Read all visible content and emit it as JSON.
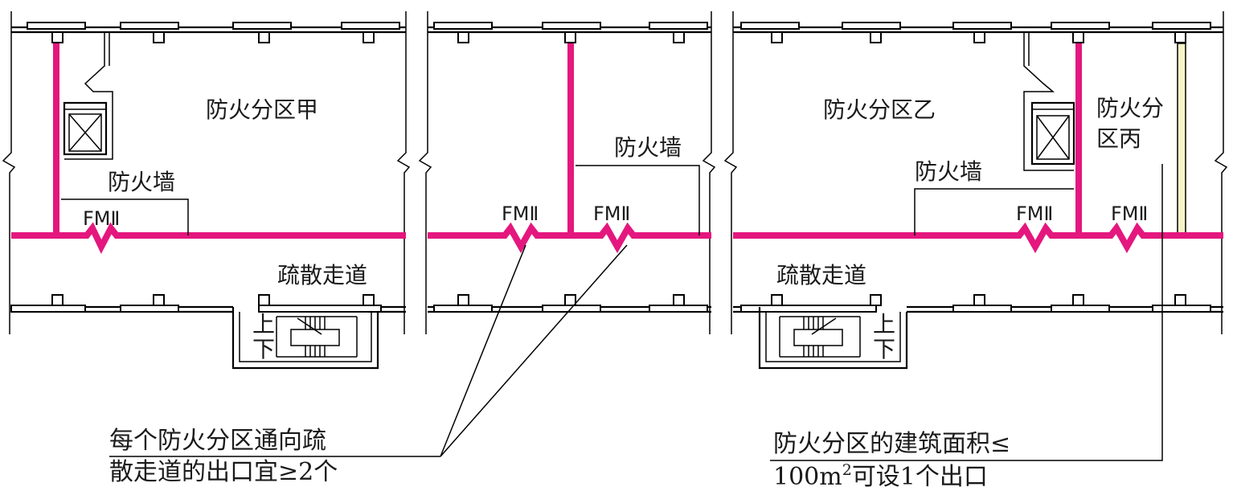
{
  "zones": {
    "a": "防火分区甲",
    "b": "防火分区乙",
    "c_line1": "防火分",
    "c_line2": "区丙"
  },
  "labels": {
    "firewall": "防火墙",
    "fire_door": "FMⅡ",
    "corridor": "疏散走道",
    "stair_up": "上",
    "stair_down": "下"
  },
  "notes": {
    "exits_line1": "每个防火分区通向疏",
    "exits_line2": "散走道的出口宜≥2个",
    "area_line1": "防火分区的建筑面积≤",
    "area_value": "100m",
    "area_sup": "2",
    "area_rest": "可设1个出口"
  },
  "colors": {
    "firewall": "#e4177e",
    "line": "#000000"
  }
}
